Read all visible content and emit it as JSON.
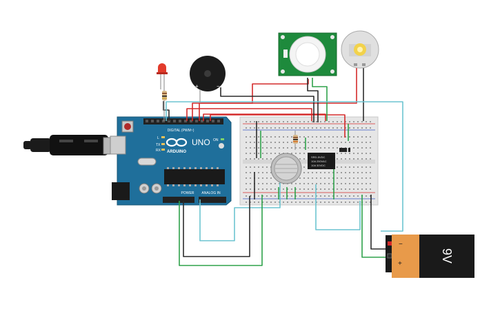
{
  "arduino": {
    "brand": "ARDUINO",
    "model": "UNO",
    "digital_label": "DIGITAL (PWM~)",
    "analog_label": "ANALOG IN",
    "power_label": "POWER",
    "tx_label": "TX",
    "rx_label": "RX",
    "l_label": "L",
    "on_label": "ON"
  },
  "relay": {
    "line1": "SRD-5VDC",
    "line2": "10A 250VAC",
    "line3": "10A 30VDC"
  },
  "battery": {
    "label": "9V",
    "minus": "−",
    "plus": "+"
  },
  "buzzer": {
    "plus": "+",
    "minus": "−"
  },
  "colors": {
    "board": "#1f6f9b",
    "wire_red": "#d42a2a",
    "wire_black": "#2b2b2b",
    "wire_green": "#2ea24a",
    "wire_cyan": "#6cc4d0",
    "pir_pcb": "#1e8a3c",
    "battery_orange": "#e89a4a",
    "battery_black": "#1a1a1a"
  },
  "icons": [
    "usb-cable-icon",
    "led-red-icon",
    "buzzer-icon",
    "pir-sensor-icon",
    "dc-motor-icon",
    "gas-sensor-icon",
    "relay-icon",
    "battery-9v-icon"
  ]
}
